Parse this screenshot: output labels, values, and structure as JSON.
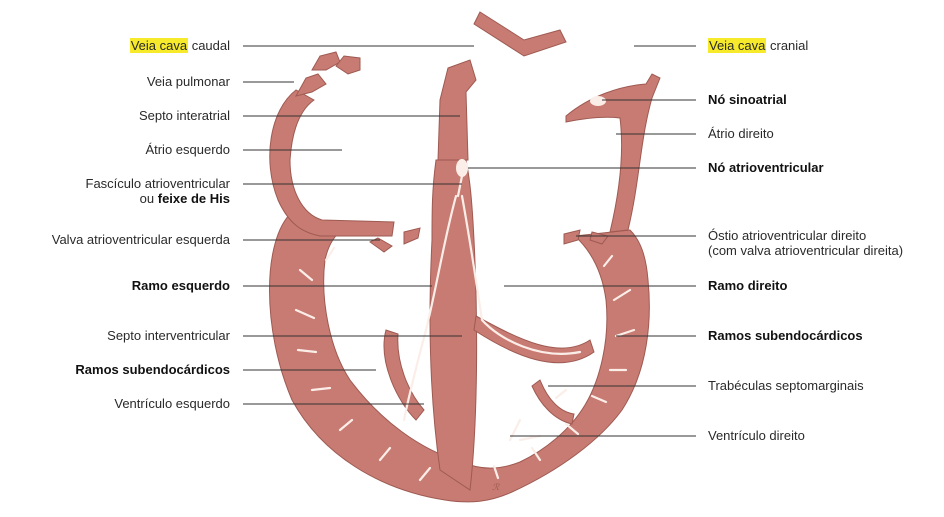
{
  "colors": {
    "tissue": "#c87b72",
    "tissue_dark": "#9e5a52",
    "conduction": "#fbeee8",
    "line": "#333333",
    "highlight": "#f6ea2b"
  },
  "labels_left": [
    {
      "id": "veia-cava-caudal",
      "highlight": "Veia cava",
      "text": " caudal"
    },
    {
      "id": "veia-pulmonar",
      "text": "Veia pulmonar"
    },
    {
      "id": "septo-interatrial",
      "text": "Septo interatrial"
    },
    {
      "id": "atrio-esquerdo",
      "text": "Átrio esquerdo"
    },
    {
      "id": "fasciculo-av",
      "text": "Fascículo atrioventricular",
      "line2_pre": "ou ",
      "line2_bold": "feixe de His"
    },
    {
      "id": "valva-av-esquerda",
      "text": "Valva atrioventricular esquerda"
    },
    {
      "id": "ramo-esquerdo",
      "bold": "Ramo esquerdo"
    },
    {
      "id": "septo-interventricular",
      "text": "Septo interventricular"
    },
    {
      "id": "ramos-subendocardicos-esq",
      "bold": "Ramos subendocárdicos"
    },
    {
      "id": "ventriculo-esquerdo",
      "text": "Ventrículo esquerdo"
    }
  ],
  "labels_right": [
    {
      "id": "veia-cava-cranial",
      "highlight": "Veia cava",
      "text": " cranial"
    },
    {
      "id": "no-sinoatrial",
      "bold": "Nó sinoatrial"
    },
    {
      "id": "atrio-direito",
      "text": "Átrio direito"
    },
    {
      "id": "no-atrioventricular",
      "bold": "Nó atrioventricular"
    },
    {
      "id": "ostio-av-direito",
      "text": "Óstio atrioventricular direito",
      "line2": "(com valva atrioventricular direita)"
    },
    {
      "id": "ramo-direito",
      "bold": "Ramo direito"
    },
    {
      "id": "ramos-subendocardicos-dir",
      "bold": "Ramos subendocárdicos"
    },
    {
      "id": "trabeculas-septomarginais",
      "text": "Trabéculas septomarginais"
    },
    {
      "id": "ventriculo-direito",
      "text": "Ventrículo direito"
    }
  ]
}
